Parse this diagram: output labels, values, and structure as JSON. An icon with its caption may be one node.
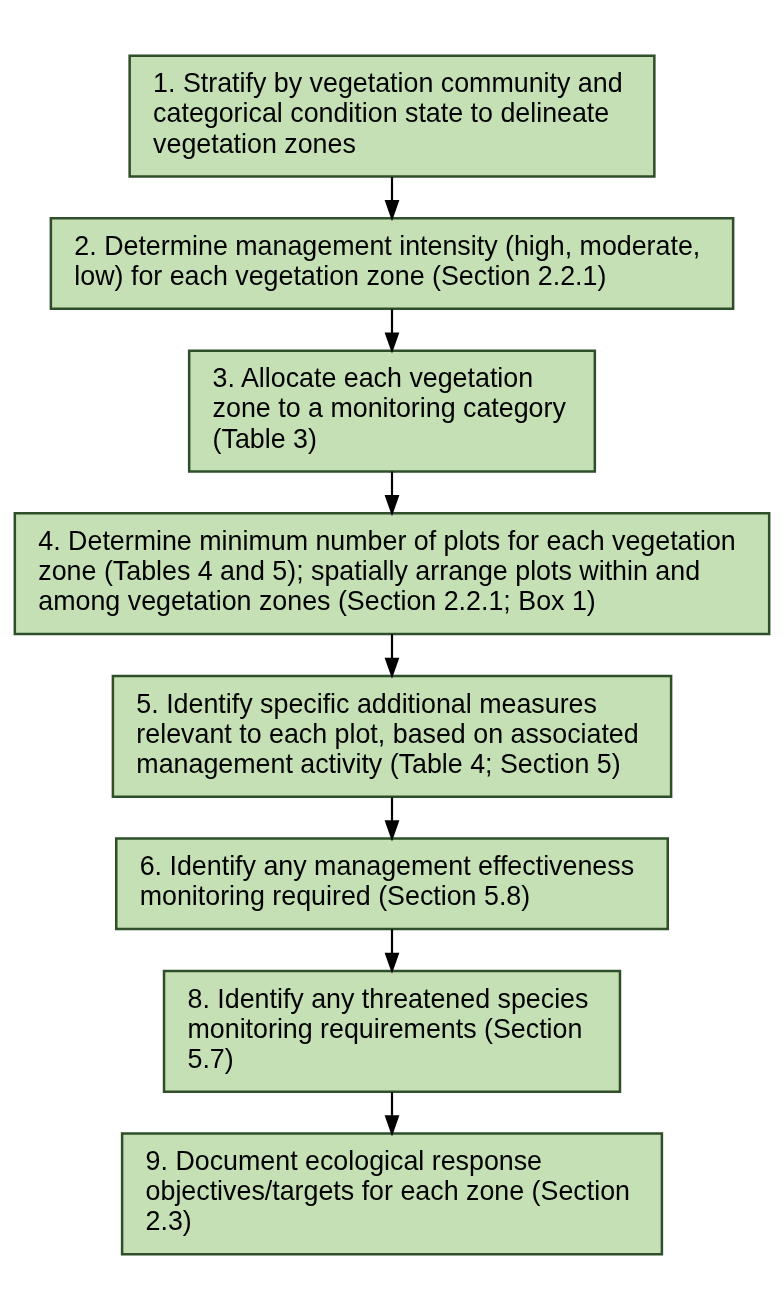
{
  "diagram": {
    "nodes": [
      {
        "text": [
          "1. Stratify by vegetation community and categorical condition state to delineate vegetation zones"
        ]
      },
      {
        "text": [
          "2. Determine management intensity (high, moderate, low) for each vegetation zone (Section 2.2.1)"
        ]
      },
      {
        "text": [
          "3. Allocate each vegetation zone to a monitoring category (Table 3)"
        ]
      },
      {
        "text": [
          "4. Determine minimum number of plots for each vegetation zone (Tables 4 and 5); spatially arrange plots within and among vegetation zones (Section 2.2.1; Box 1)"
        ]
      },
      {
        "text": [
          "5. Identify specific additional measures relevant to each plot, based on associated management activity (Table 4; Section 5)"
        ]
      },
      {
        "text": [
          "6. Identify any management effectiveness monitoring required (Section 5.8)"
        ]
      },
      {
        "text": [
          "8. Identify any threatened species monitoring requirements (Section 5.7)"
        ]
      },
      {
        "text": [
          "9. Document ecological response objectives/targets for each zone (Section 2.3)"
        ]
      }
    ],
    "edges": [
      {
        "from": 0,
        "to": 1,
        "arrow": "to"
      },
      {
        "from": 1,
        "to": 2,
        "arrow": "to"
      },
      {
        "from": 2,
        "to": 3,
        "arrow": "to"
      },
      {
        "from": 3,
        "to": 4,
        "arrow": "to"
      },
      {
        "from": 4,
        "to": 5,
        "arrow": "to"
      },
      {
        "from": 5,
        "to": 6,
        "arrow": "to"
      },
      {
        "from": 6,
        "to": 7,
        "arrow": "to"
      }
    ]
  }
}
